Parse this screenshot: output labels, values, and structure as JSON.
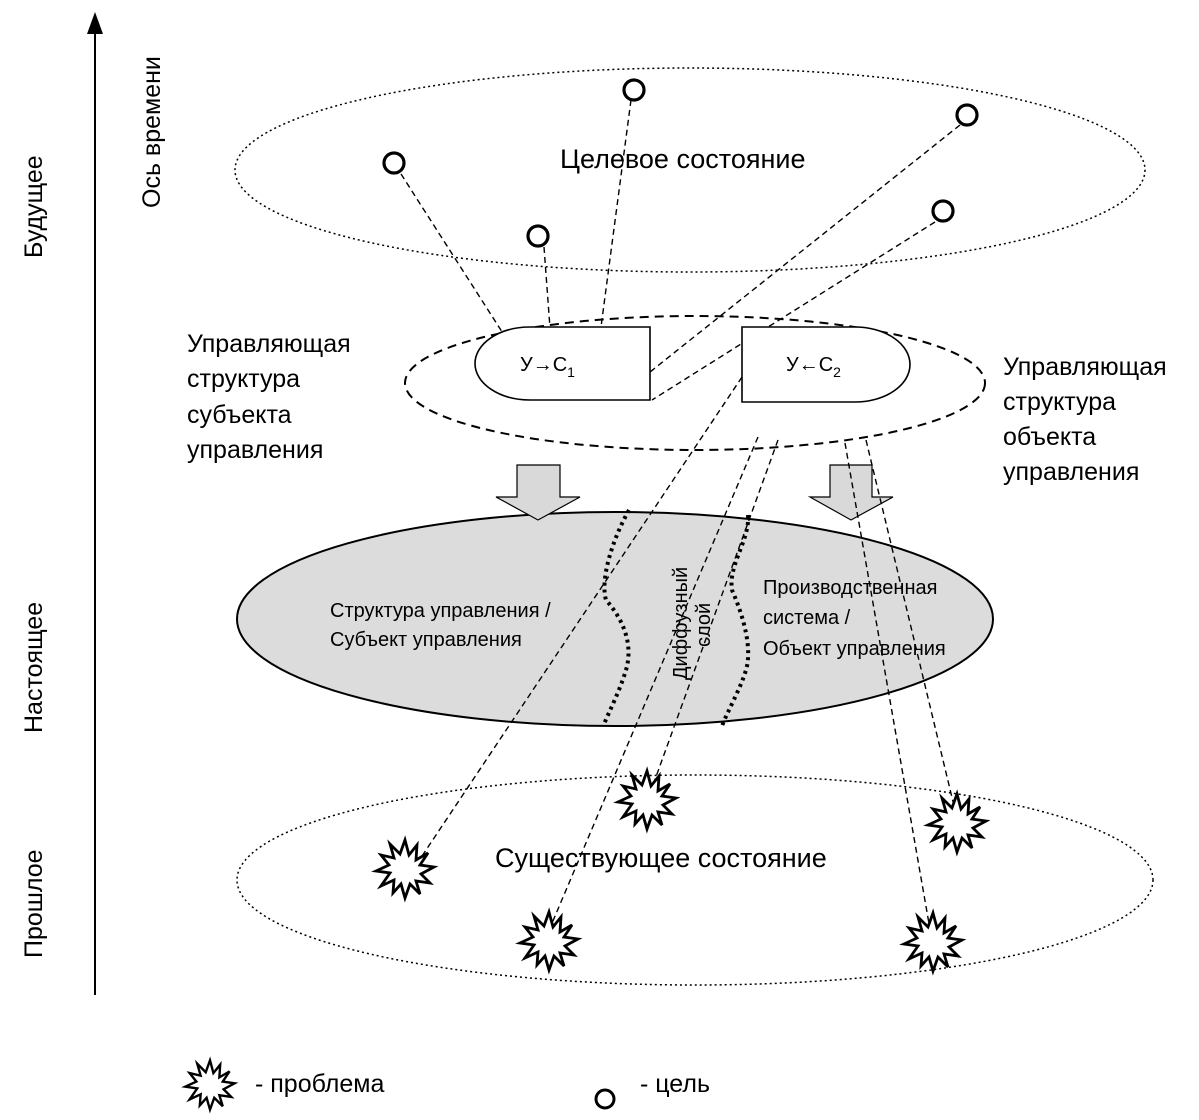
{
  "axis": {
    "title": "Ось времени",
    "future": "Будущее",
    "present": "Настоящее",
    "past": "Прошлое"
  },
  "target_state": {
    "label": "Целевое состояние"
  },
  "existing_state": {
    "label": "Существующее состояние"
  },
  "subject_structure": {
    "lines": [
      "Управляющая",
      "структура",
      "субъекта",
      "управления"
    ]
  },
  "object_structure": {
    "lines": [
      "Управляющая",
      "структура",
      "объекта",
      "управления"
    ]
  },
  "block_left": {
    "text": "У→С",
    "sub": "1"
  },
  "block_right": {
    "text": "У←С",
    "sub": "2"
  },
  "present_ellipse": {
    "left_lines": [
      "Структура управления /",
      "Субъект управления"
    ],
    "diffuse_lines": [
      "Диффузный",
      "слой"
    ],
    "right_lines": [
      "Производственная",
      "система /",
      "Объект управления"
    ]
  },
  "legend": {
    "problem": "- проблема",
    "goal": "- цель"
  },
  "colors": {
    "present_fill": "#dcdcdc",
    "stroke": "#000000",
    "arrow_fill": "#d9d9d9"
  }
}
